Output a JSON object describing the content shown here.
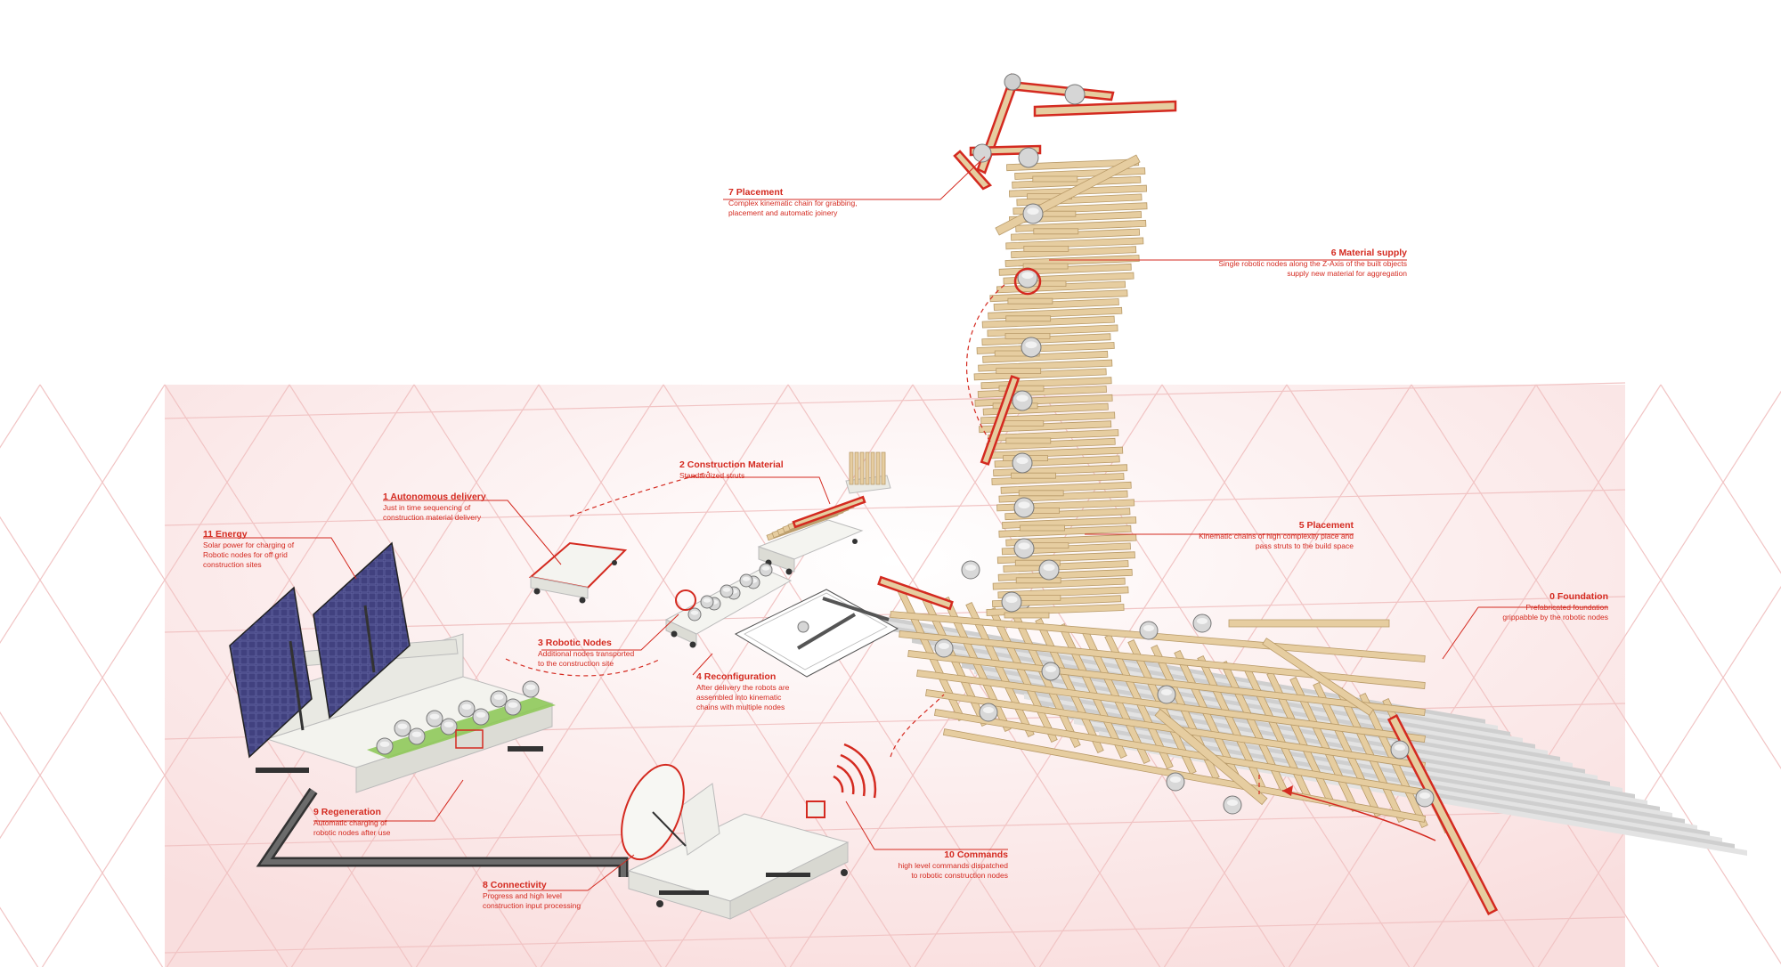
{
  "colors": {
    "accent": "#d42a20",
    "wood": "#e6cda0",
    "ground": "#fbeaea",
    "grid": "#f3c8c8",
    "panel": "#3f3f7c",
    "node": "#c9c9c9",
    "cart": "#f2f2ee"
  },
  "annotations": [
    {
      "id": "7",
      "title": "7 Placement",
      "desc": "Complex kinematic chain for grabbing,\nplacement and automatic joinery"
    },
    {
      "id": "6",
      "title": "6 Material supply",
      "desc": "Single robotic nodes along the Z-Axis of the built objects\nsupply new material for aggregation"
    },
    {
      "id": "2",
      "title": "2 Construction Material",
      "desc": "Standardized struts"
    },
    {
      "id": "1",
      "title": "1 Autonomous delivery",
      "desc": "Just in time sequencing of\nconstruction material delivery"
    },
    {
      "id": "11",
      "title": "11 Energy",
      "desc": "Solar power for charging of\nRobotic nodes for off grid\nconstruction sites"
    },
    {
      "id": "5",
      "title": "5 Placement",
      "desc": "Kinematic chains of high complexity place and\npass struts to the build space"
    },
    {
      "id": "0",
      "title": "0 Foundation",
      "desc": "Prefabricated foundation\ngrippabble by the robotic nodes"
    },
    {
      "id": "3",
      "title": "3 Robotic Nodes",
      "desc": "Additional nodes transported\nto the construction site"
    },
    {
      "id": "4",
      "title": "4 Reconfiguration",
      "desc": "After delivery the robots are\nassembled into kinematic\nchains with multiple nodes"
    },
    {
      "id": "9",
      "title": "9 Regeneration",
      "desc": "Automatic charging of\nrobotic nodes after use"
    },
    {
      "id": "10",
      "title": "10 Commands",
      "desc": "high level commands dispatched\nto robotic construction nodes"
    },
    {
      "id": "8",
      "title": "8 Connectivity",
      "desc": "Progress and high level\nconstruction input processing"
    }
  ]
}
